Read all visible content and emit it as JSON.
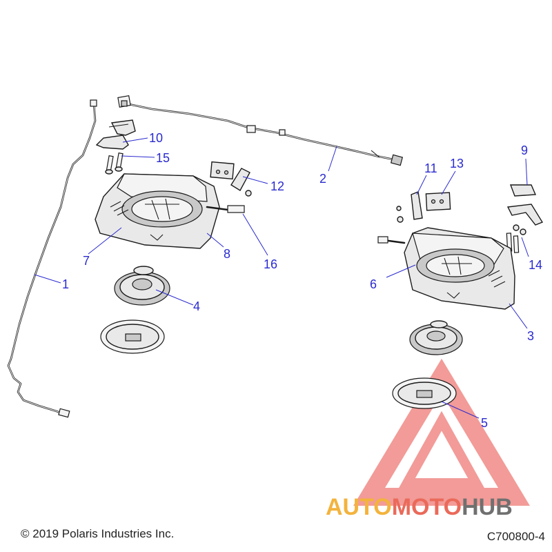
{
  "callouts": [
    {
      "id": "1",
      "label": "1"
    },
    {
      "id": "2",
      "label": "2"
    },
    {
      "id": "3",
      "label": "3"
    },
    {
      "id": "4",
      "label": "4"
    },
    {
      "id": "5",
      "label": "5"
    },
    {
      "id": "6",
      "label": "6"
    },
    {
      "id": "7",
      "label": "7"
    },
    {
      "id": "8",
      "label": "8"
    },
    {
      "id": "9",
      "label": "9"
    },
    {
      "id": "10",
      "label": "10"
    },
    {
      "id": "11",
      "label": "11"
    },
    {
      "id": "12",
      "label": "12"
    },
    {
      "id": "13",
      "label": "13"
    },
    {
      "id": "14",
      "label": "14"
    },
    {
      "id": "15",
      "label": "15"
    },
    {
      "id": "16",
      "label": "16"
    }
  ],
  "footer": {
    "copyright": "© 2019 Polaris Industries Inc.",
    "drawing_id": "C700800-4"
  },
  "watermark": {
    "part_a": "AUTO",
    "part_b": "MOTO",
    "part_c": "HUB"
  },
  "colors": {
    "callout": "#2a2ad0",
    "watermark_red": "#e84a45",
    "watermark_orange": "#f3b33d",
    "watermark_gray": "#707070"
  }
}
